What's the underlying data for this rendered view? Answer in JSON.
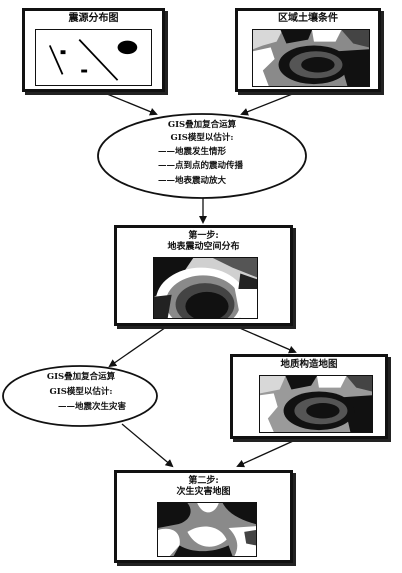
{
  "boxes": {
    "source_map": {
      "title": "震源分布图"
    },
    "soil_conditions": {
      "title": "区域土壤条件"
    },
    "step1": {
      "step": "第一步:",
      "title": "地表震动空间分布"
    },
    "geology_map": {
      "title": "地质构造地图"
    },
    "step2": {
      "step": "第二步:",
      "title": "次生灾害地图"
    }
  },
  "ellipse_top": {
    "line1": "GIS叠加复合运算",
    "line2": "GIS模型以估计:",
    "items": [
      "——地震发生情形",
      "——点到点的震动传播",
      "——地表震动放大"
    ]
  },
  "ellipse_bottom": {
    "line1": "GIS叠加复合运算",
    "line2": "GIS模型以估计:",
    "items": [
      "——地震次生灾害"
    ]
  }
}
